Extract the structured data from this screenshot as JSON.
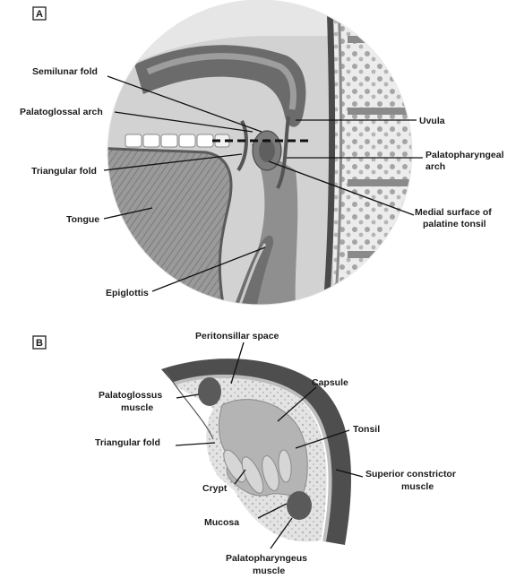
{
  "panel_a": {
    "tag": "A",
    "labels": {
      "semilunar_fold": "Semilunar fold",
      "palatoglossal_arch": "Palatoglossal arch",
      "triangular_fold": "Triangular fold",
      "tongue": "Tongue",
      "epiglottis": "Epiglottis",
      "uvula": "Uvula",
      "palatopharyngeal_1": "Palatopharyngeal",
      "palatopharyngeal_2": "arch",
      "medial_1": "Medial surface of",
      "medial_2": "palatine tonsil"
    }
  },
  "panel_b": {
    "tag": "B",
    "labels": {
      "peritonsillar_space": "Peritonsillar space",
      "palatoglossus_1": "Palatoglossus",
      "palatoglossus_2": "muscle",
      "capsule": "Capsule",
      "tonsil": "Tonsil",
      "triangular_fold": "Triangular fold",
      "superior_constrictor_1": "Superior constrictor",
      "superior_constrictor_2": "muscle",
      "crypt": "Crypt",
      "mucosa": "Mucosa",
      "palatopharyngeus_1": "Palatopharyngeus",
      "palatopharyngeus_2": "muscle"
    }
  },
  "colors": {
    "tissue_dark": "#4a4a4a",
    "tissue_mid": "#8a8a8a",
    "tissue_light": "#c8c8c8",
    "background_cavity": "#d7d7d7",
    "leader": "#111111"
  }
}
